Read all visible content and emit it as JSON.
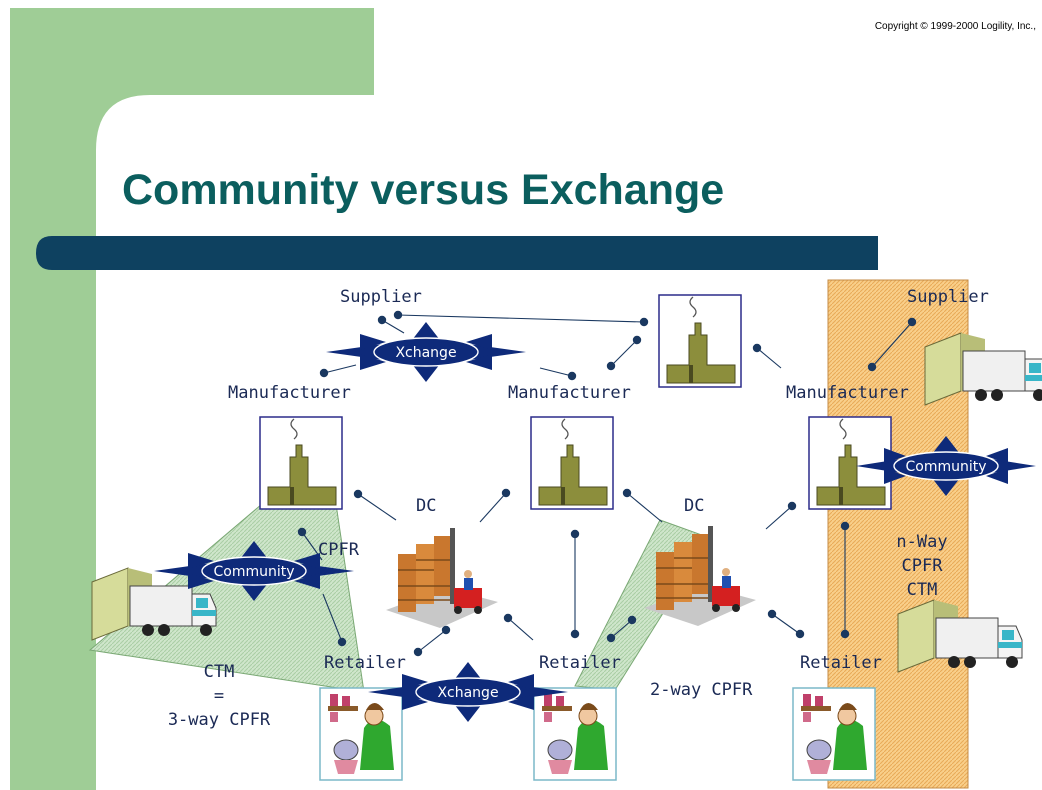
{
  "slide": {
    "title": "Community versus Exchange",
    "copyright": "Copyright © 1999-2000 Logility, Inc.,"
  },
  "colors": {
    "title": "#0b5e5e",
    "accent_bar": "#0e4160",
    "green_panel": "#9fcd96",
    "hub_fill": "#0e2a7a",
    "dot": "#1a3860",
    "line": "#1a3860",
    "community_zone": "#f7c87f",
    "wedge": "#c3ddc0"
  },
  "diagram": {
    "hubs": [
      {
        "id": "xchange-top",
        "label": "Xchange"
      },
      {
        "id": "community-left",
        "label": "Community"
      },
      {
        "id": "xchange-bottom",
        "label": "Xchange"
      },
      {
        "id": "community-right",
        "label": "Community"
      }
    ],
    "labels": {
      "supplier_left": "Supplier",
      "supplier_right": "Supplier",
      "manufacturer_left": "Manufacturer",
      "manufacturer_center": "Manufacturer",
      "manufacturer_right": "Manufacturer",
      "dc_left": "DC",
      "dc_right": "DC",
      "cpfr": "CPFR",
      "retailer_left": "Retailer",
      "retailer_center": "Retailer",
      "retailer_right": "Retailer",
      "ctm_line1": "CTM",
      "ctm_line2": "=",
      "ctm_line3": "3-way CPFR",
      "two_way": "2-way CPFR",
      "nway_line1": "n-Way",
      "nway_line2": "CPFR",
      "nway_line3": "CTM"
    },
    "icons": {
      "factory": "factory-icon",
      "warehouse": "warehouse-forklift-icon",
      "truck": "delivery-truck-icon",
      "shopper": "retail-shopper-icon"
    }
  }
}
